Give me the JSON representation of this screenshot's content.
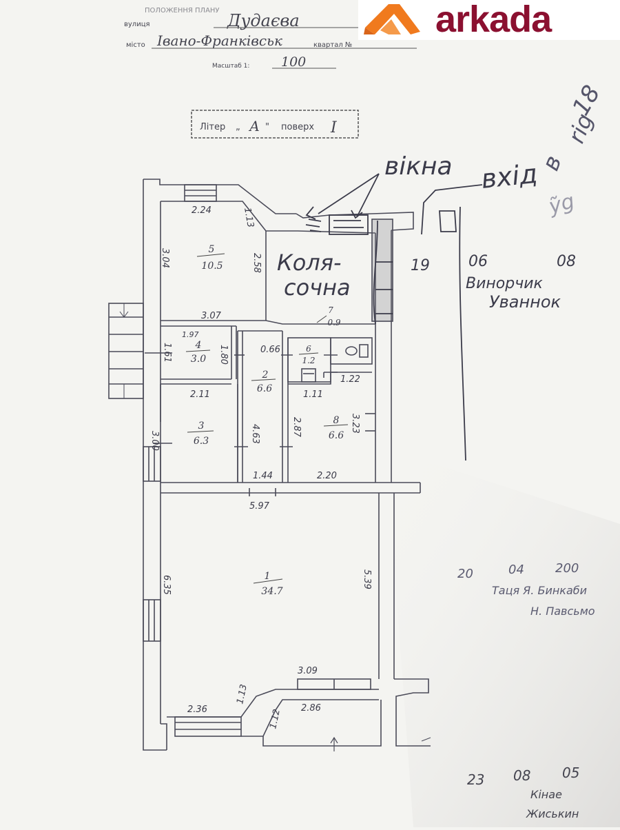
{
  "header": {
    "street_label": "вулиця",
    "street_value": "Дудаєва",
    "city_label": "місто",
    "city_value": "Івано-Франківськ",
    "block_label": "квартал №",
    "scale_label": "Масштаб 1:",
    "scale_value": "100",
    "liter_label": "Літер",
    "liter_value": "А",
    "floor_label": "поверх",
    "floor_value": "I"
  },
  "logo": {
    "text": "arkada",
    "color_text": "#8b1030",
    "color_mark": "#f07a1e"
  },
  "handwriting": {
    "windows": "вікна",
    "entrance": "вхід",
    "stroller": [
      "Коля-",
      "сочна"
    ],
    "date_top": [
      "19",
      "06",
      "08"
    ],
    "name_top": [
      "Винорчик",
      "Уваннок"
    ],
    "date_mid": [
      "20",
      "04",
      "200"
    ],
    "name_mid": [
      "Таця Я. Бинкаби",
      "Н. Павсьмо"
    ],
    "date_bottom": [
      "23",
      "08",
      "05"
    ],
    "name_bottom": [
      "Кінае",
      "Жиськин"
    ]
  },
  "rooms": [
    {
      "num": "1",
      "area": "34.7"
    },
    {
      "num": "2",
      "area": "6.6"
    },
    {
      "num": "3",
      "area": "6.3"
    },
    {
      "num": "4",
      "area": "3.0"
    },
    {
      "num": "5",
      "area": "10.5"
    },
    {
      "num": "6",
      "area": "1.2"
    },
    {
      "num": "7",
      "area": "0.9"
    },
    {
      "num": "8",
      "area": "6.6"
    }
  ],
  "dimensions": {
    "r5_top": "2.24",
    "r5_diag": "1.13",
    "r5_left": "3.04",
    "r5_right": "2.58",
    "r5_bottom": "3.07",
    "r4_top": "1.97",
    "r4_left": "1.61",
    "r4_right": "1.80",
    "r2_top": "0.66",
    "r6_right": "1.22",
    "r3_top": "2.11",
    "r3_left": "3.00",
    "r2_mid": "4.63",
    "r8_top": "1.11",
    "r8_left": "2.87",
    "r8_right": "3.23",
    "r2_bottom": "1.44",
    "r8_bottom": "2.20",
    "r1_top": "5.97",
    "r1_left": "6.35",
    "r1_right": "5.39",
    "r1_bottom": "3.09",
    "r1_blw": "2.36",
    "r1_bdiag": "1.13",
    "r1_bdiag2": "1.12",
    "r1_bcor": "2.86"
  }
}
